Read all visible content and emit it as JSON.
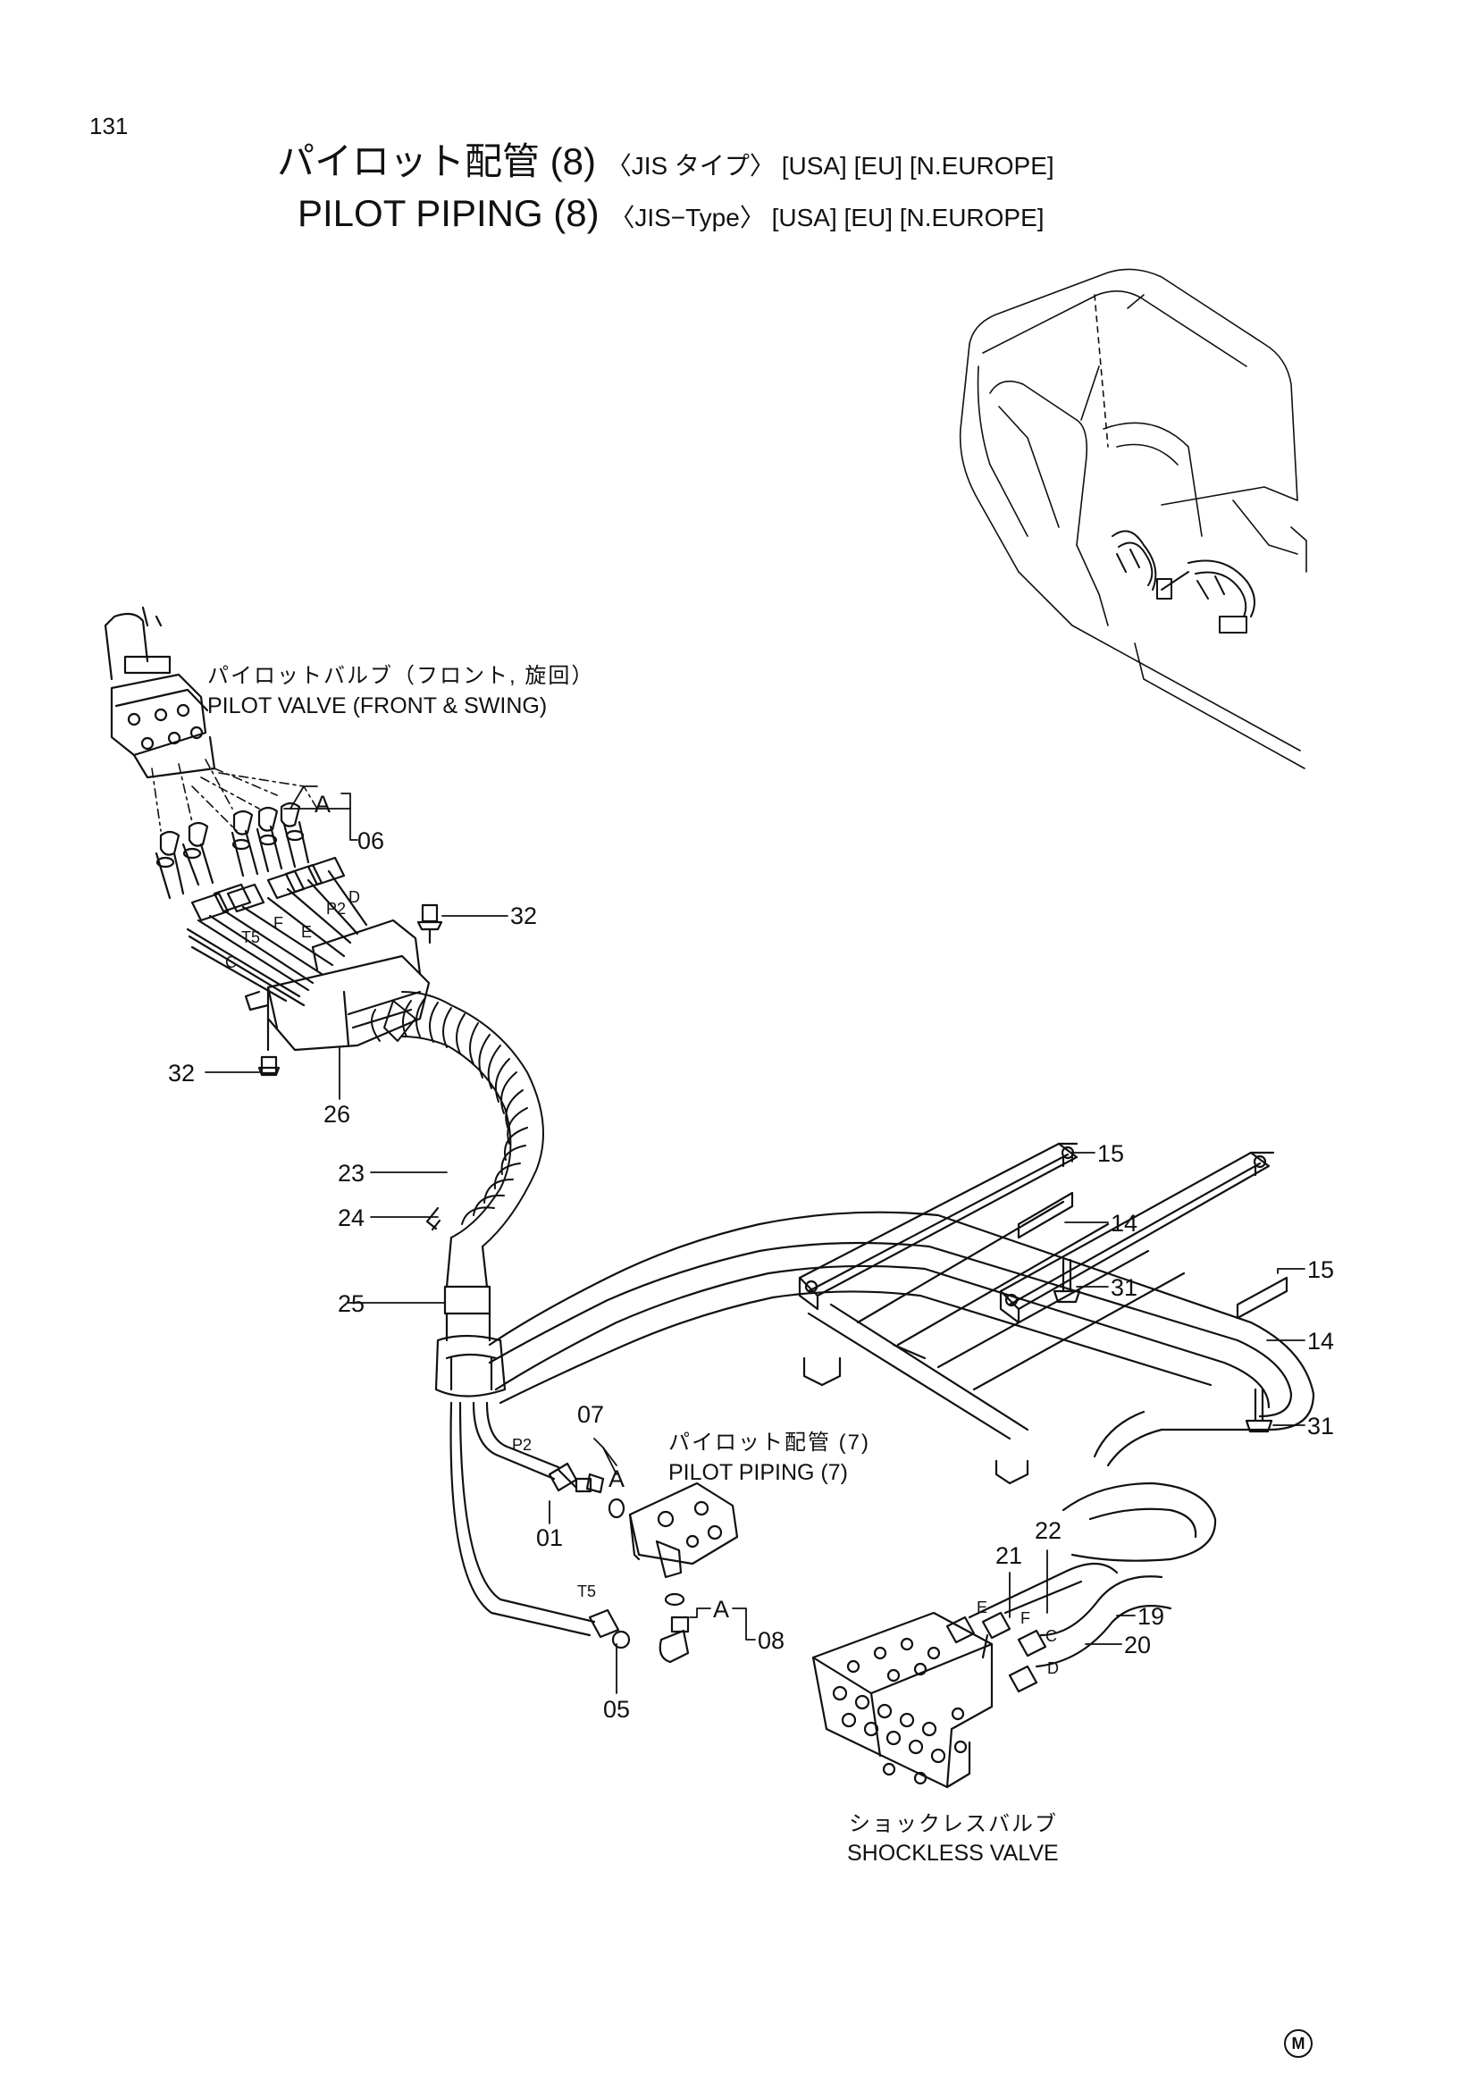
{
  "page_number": "131",
  "title_jp": {
    "main": "パイロット配管 (8)",
    "sub": "〈JIS タイプ〉 [USA] [EU] [N.EUROPE]"
  },
  "title_en": {
    "main": "PILOT PIPING (8)",
    "sub": "〈JIS−Type〉 [USA] [EU] [N.EUROPE]"
  },
  "labels": {
    "pilot_valve_jp": "パイロットバルブ（フロント, 旋回）",
    "pilot_valve_en": "PILOT VALVE (FRONT & SWING)",
    "pilot_piping7_jp": "パイロット配管 (7)",
    "pilot_piping7_en": "PILOT PIPING (7)",
    "shockless_jp": "ショックレスバルブ",
    "shockless_en": "SHOCKLESS VALVE"
  },
  "ports": {
    "p2": "P2",
    "d": "D",
    "t5": "T5",
    "f": "F",
    "e": "E",
    "c": "C",
    "a": "A"
  },
  "part_numbers": {
    "p06": "06",
    "p32a": "32",
    "p32b": "32",
    "p26": "26",
    "p23": "23",
    "p24": "24",
    "p25": "25",
    "p15a": "15",
    "p14a": "14",
    "p31a": "31",
    "p15b": "15",
    "p14b": "14",
    "p31b": "31",
    "p07": "07",
    "p01": "01",
    "p05": "05",
    "p08": "08",
    "p22": "22",
    "p21": "21",
    "p19": "19",
    "p20": "20"
  },
  "maker_mark": "M"
}
